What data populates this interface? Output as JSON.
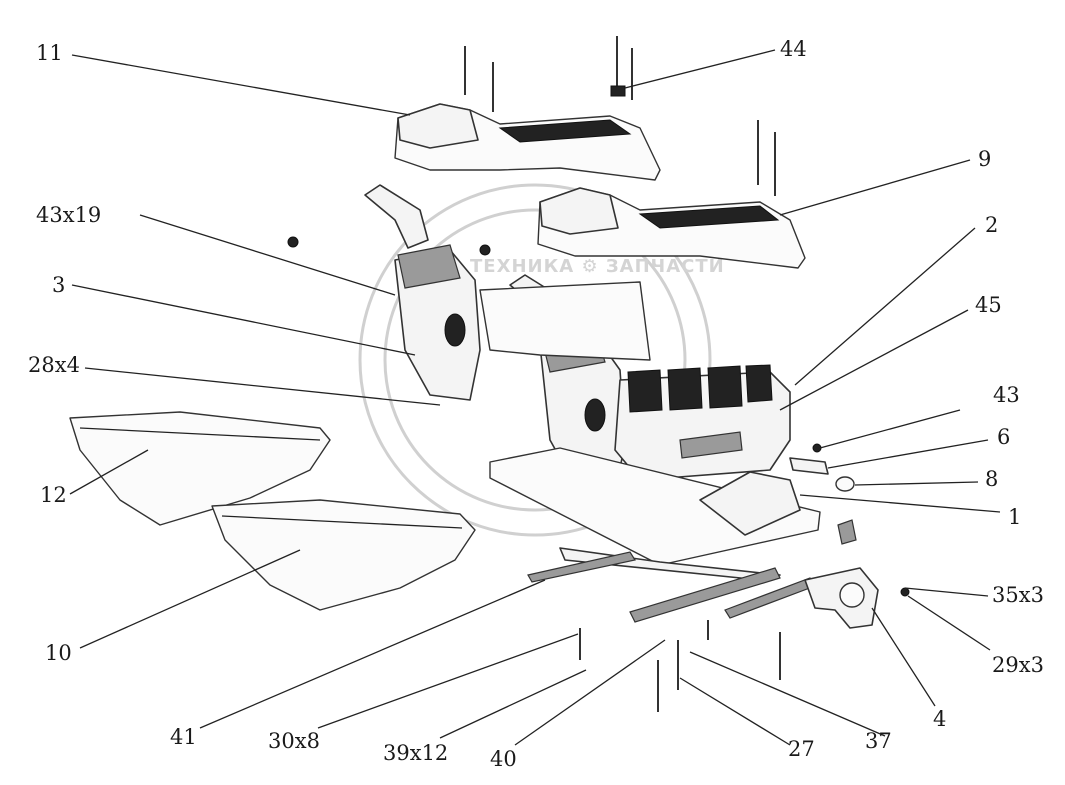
{
  "watermark": {
    "text": "ТЕХНИКА ⚙ ЗАПЧАСТИ"
  },
  "callouts": [
    {
      "id": "11",
      "label": "11"
    },
    {
      "id": "44",
      "label": "44"
    },
    {
      "id": "9",
      "label": "9"
    },
    {
      "id": "43x19",
      "label": "43x19"
    },
    {
      "id": "2",
      "label": "2"
    },
    {
      "id": "3",
      "label": "3"
    },
    {
      "id": "45",
      "label": "45"
    },
    {
      "id": "28x4",
      "label": "28x4"
    },
    {
      "id": "43",
      "label": "43"
    },
    {
      "id": "6",
      "label": "6"
    },
    {
      "id": "8",
      "label": "8"
    },
    {
      "id": "12",
      "label": "12"
    },
    {
      "id": "1",
      "label": "1"
    },
    {
      "id": "35x3",
      "label": "35x3"
    },
    {
      "id": "10",
      "label": "10"
    },
    {
      "id": "29x3",
      "label": "29x3"
    },
    {
      "id": "4",
      "label": "4"
    },
    {
      "id": "41",
      "label": "41"
    },
    {
      "id": "30x8",
      "label": "30x8"
    },
    {
      "id": "37",
      "label": "37"
    },
    {
      "id": "39x12",
      "label": "39x12"
    },
    {
      "id": "27",
      "label": "27"
    },
    {
      "id": "40",
      "label": "40"
    }
  ]
}
